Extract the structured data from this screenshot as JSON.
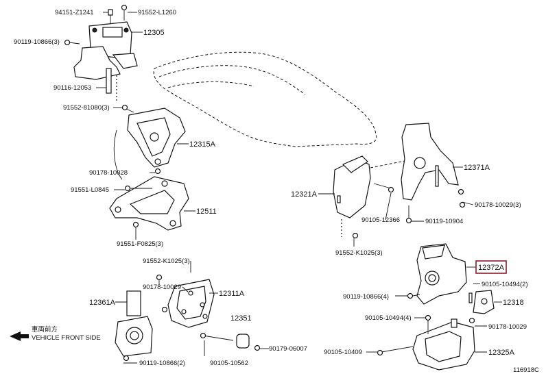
{
  "labels": {
    "l01": "94151-Z1241",
    "l02": "91552-L1260",
    "l03": "12305",
    "l04": "90119-10866(3)",
    "l05": "90116-12053",
    "l06": "91552-81080(3)",
    "l07": "12315A",
    "l08": "90178-10028",
    "l09": "91551-L0845",
    "l10": "12511",
    "l11": "91551-F0825(3)",
    "l12": "91552-K1025(3)",
    "l13": "90178-10029",
    "l14": "12311A",
    "l15": "12361A",
    "l16": "12351",
    "l17": "90119-10866(2)",
    "l18": "90105-10562",
    "l19": "90179-06007",
    "l20": "12321A",
    "l21": "90105-12366",
    "l22": "91552-K1025(3)",
    "l23": "12371A",
    "l24": "90178-10029(3)",
    "l25": "90119-10904",
    "l26": "12372A",
    "l27": "90105-10494(2)",
    "l28": "90119-10866(4)",
    "l29": "12318",
    "l30": "90105-10494(4)",
    "l31": "90178-10029",
    "l32": "90105-10409",
    "l33": "12325A",
    "front_jp": "車両前方",
    "front_en": "VEHICLE FRONT SIDE",
    "fig_code": "116918C"
  }
}
